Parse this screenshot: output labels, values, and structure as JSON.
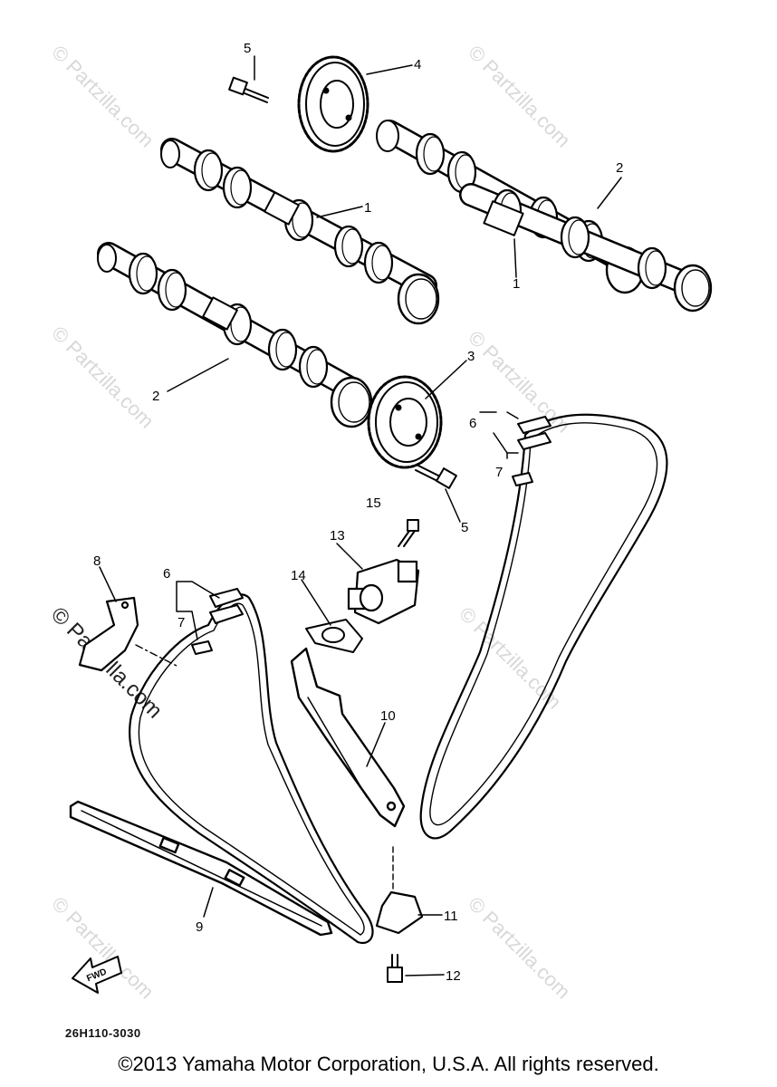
{
  "watermark": "© Partzilla.com",
  "diagram_code": "26H110-3030",
  "copyright": "©2013 Yamaha Motor Corporation, U.S.A. All rights reserved.",
  "fwd_label": "FWD",
  "callouts": [
    "1",
    "1",
    "2",
    "2",
    "3",
    "4",
    "5",
    "5",
    "6",
    "6",
    "7",
    "7",
    "8",
    "9",
    "10",
    "11",
    "12",
    "13",
    "14",
    "15"
  ]
}
